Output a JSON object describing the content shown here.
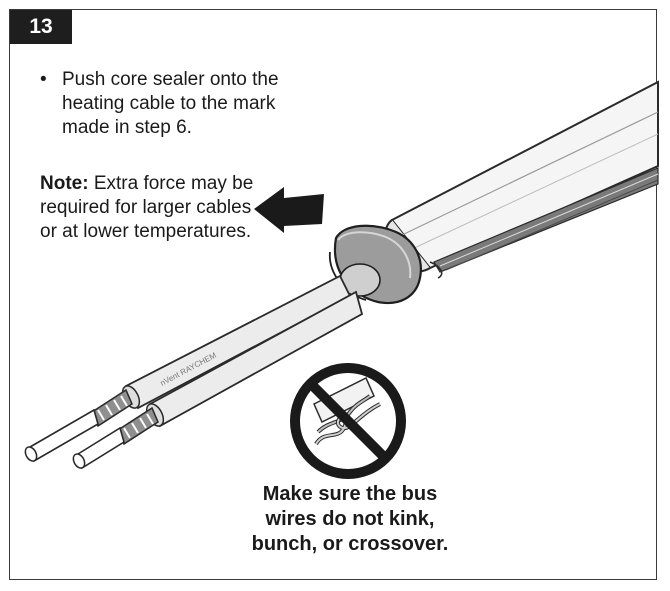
{
  "step": {
    "number": "13"
  },
  "instruction": {
    "bullet": "•",
    "text": "Push core sealer onto the heating cable to the mark made in step 6."
  },
  "note": {
    "label": "Note:",
    "text": " Extra force may be required for larger cables or at lower temperatures."
  },
  "cable": {
    "brand_mark": "nVent RAYCHEM"
  },
  "warning": {
    "line1": "Make sure the bus",
    "line2": "wires do not kink,",
    "line3": "bunch, or crossover."
  },
  "icons": {
    "push_direction": "arrow-left-icon",
    "prohibited": "no-kink-prohibited-icon"
  },
  "colors": {
    "badge": "#1e1e1e",
    "outline": "#2a2a2a"
  }
}
